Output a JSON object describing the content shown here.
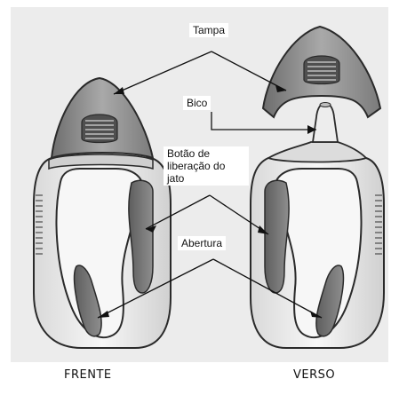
{
  "labels": {
    "cap": "Tampa",
    "tip": "Bico",
    "release_button": "Botão de liberação do jato",
    "opening": "Abertura"
  },
  "captions": {
    "front": "FRENTE",
    "back": "VERSO"
  },
  "colors": {
    "body_fill": "#f2f2f2",
    "outline": "#2a2a2a",
    "dark_gray": "#7a7a7a",
    "mid_gray": "#a8a8a8",
    "background": "#e9e9e9"
  }
}
